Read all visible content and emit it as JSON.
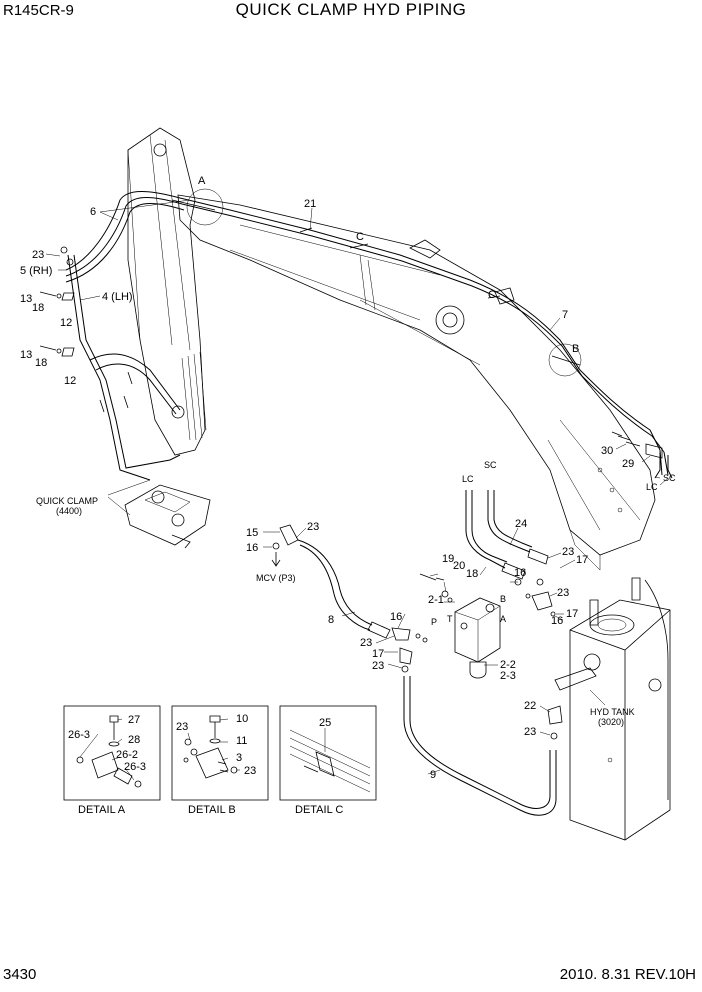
{
  "header": {
    "model": "R145CR-9",
    "title": "QUICK CLAMP HYD PIPING"
  },
  "footer": {
    "page_number": "3430",
    "revision": "2010. 8.31  REV.10H"
  },
  "labels": {
    "detail_a_marker": "A",
    "detail_b_marker": "B",
    "detail_c_marker": "C",
    "p6": "6",
    "p21": "21",
    "p23a": "23",
    "p5": "5 (RH)",
    "p4": "4 (LH)",
    "p13a": "13",
    "p18a": "18",
    "p12a": "12",
    "p13b": "13",
    "p18b": "18",
    "p12b": "12",
    "p7": "7",
    "p30": "30",
    "p29": "29",
    "lc_top": "LC",
    "sc_top": "SC",
    "lc_right": "LC",
    "sc_right": "SC",
    "quick_clamp": "QUICK CLAMP",
    "quick_clamp_ref": "(4400)",
    "p15": "15",
    "p23b": "23",
    "p16a": "16",
    "mcv": "MCV (P3)",
    "p24": "24",
    "p19": "19",
    "p20": "20",
    "p18c": "18",
    "p16b": "16",
    "p23c": "23",
    "p17a": "17",
    "p2_1": "2-1",
    "port_b": "B",
    "port_a": "A",
    "port_p": "P",
    "port_t": "T",
    "p23d": "23",
    "p17b": "17",
    "p16c": "16",
    "p8": "8",
    "p16d": "16",
    "p23e": "23",
    "p17c": "17",
    "p23f": "23",
    "p2_2": "2-2",
    "p2_3": "2-3",
    "p22": "22",
    "p23g": "23",
    "p9": "9",
    "hyd_tank": "HYD TANK",
    "hyd_tank_ref": "(3020)",
    "da_27": "27",
    "da_28": "28",
    "da_26_3a": "26-3",
    "da_26_2": "26-2",
    "da_26_3b": "26-3",
    "db_10": "10",
    "db_23a": "23",
    "db_11": "11",
    "db_3": "3",
    "db_23b": "23",
    "dc_25": "25",
    "detail_a": "DETAIL  A",
    "detail_b": "DETAIL  B",
    "detail_c": "DETAIL  C"
  }
}
